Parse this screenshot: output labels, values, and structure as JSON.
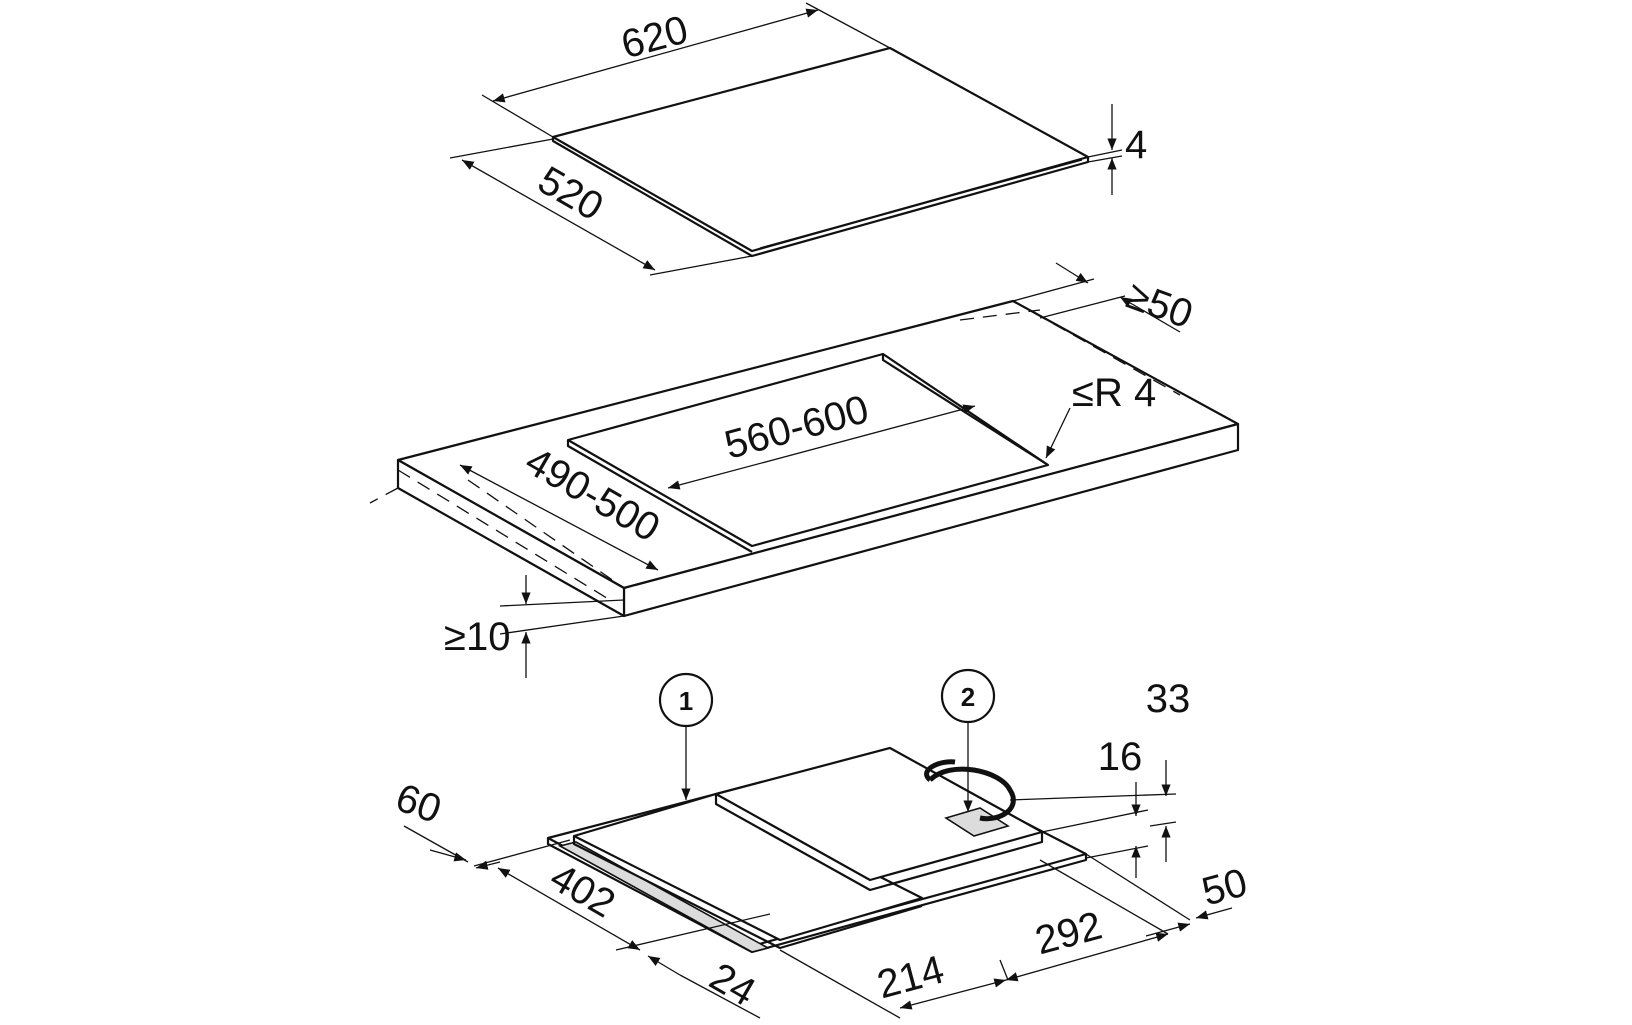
{
  "diagram": {
    "hob_top": {
      "width": "620",
      "depth": "520",
      "thickness": "4"
    },
    "worktop_cutout": {
      "side_clearance": "≥50",
      "corner_radius": "≤R 4",
      "cutout_width": "560-600",
      "cutout_depth": "490-500",
      "worktop_thickness": "≥10"
    },
    "hob_bottom": {
      "callout_1": "1",
      "callout_2": "2",
      "front_offset": "60",
      "length_402": "402",
      "length_24": "24",
      "length_214": "214",
      "length_292": "292",
      "length_50": "50",
      "height_16": "16",
      "height_33": "33"
    }
  }
}
